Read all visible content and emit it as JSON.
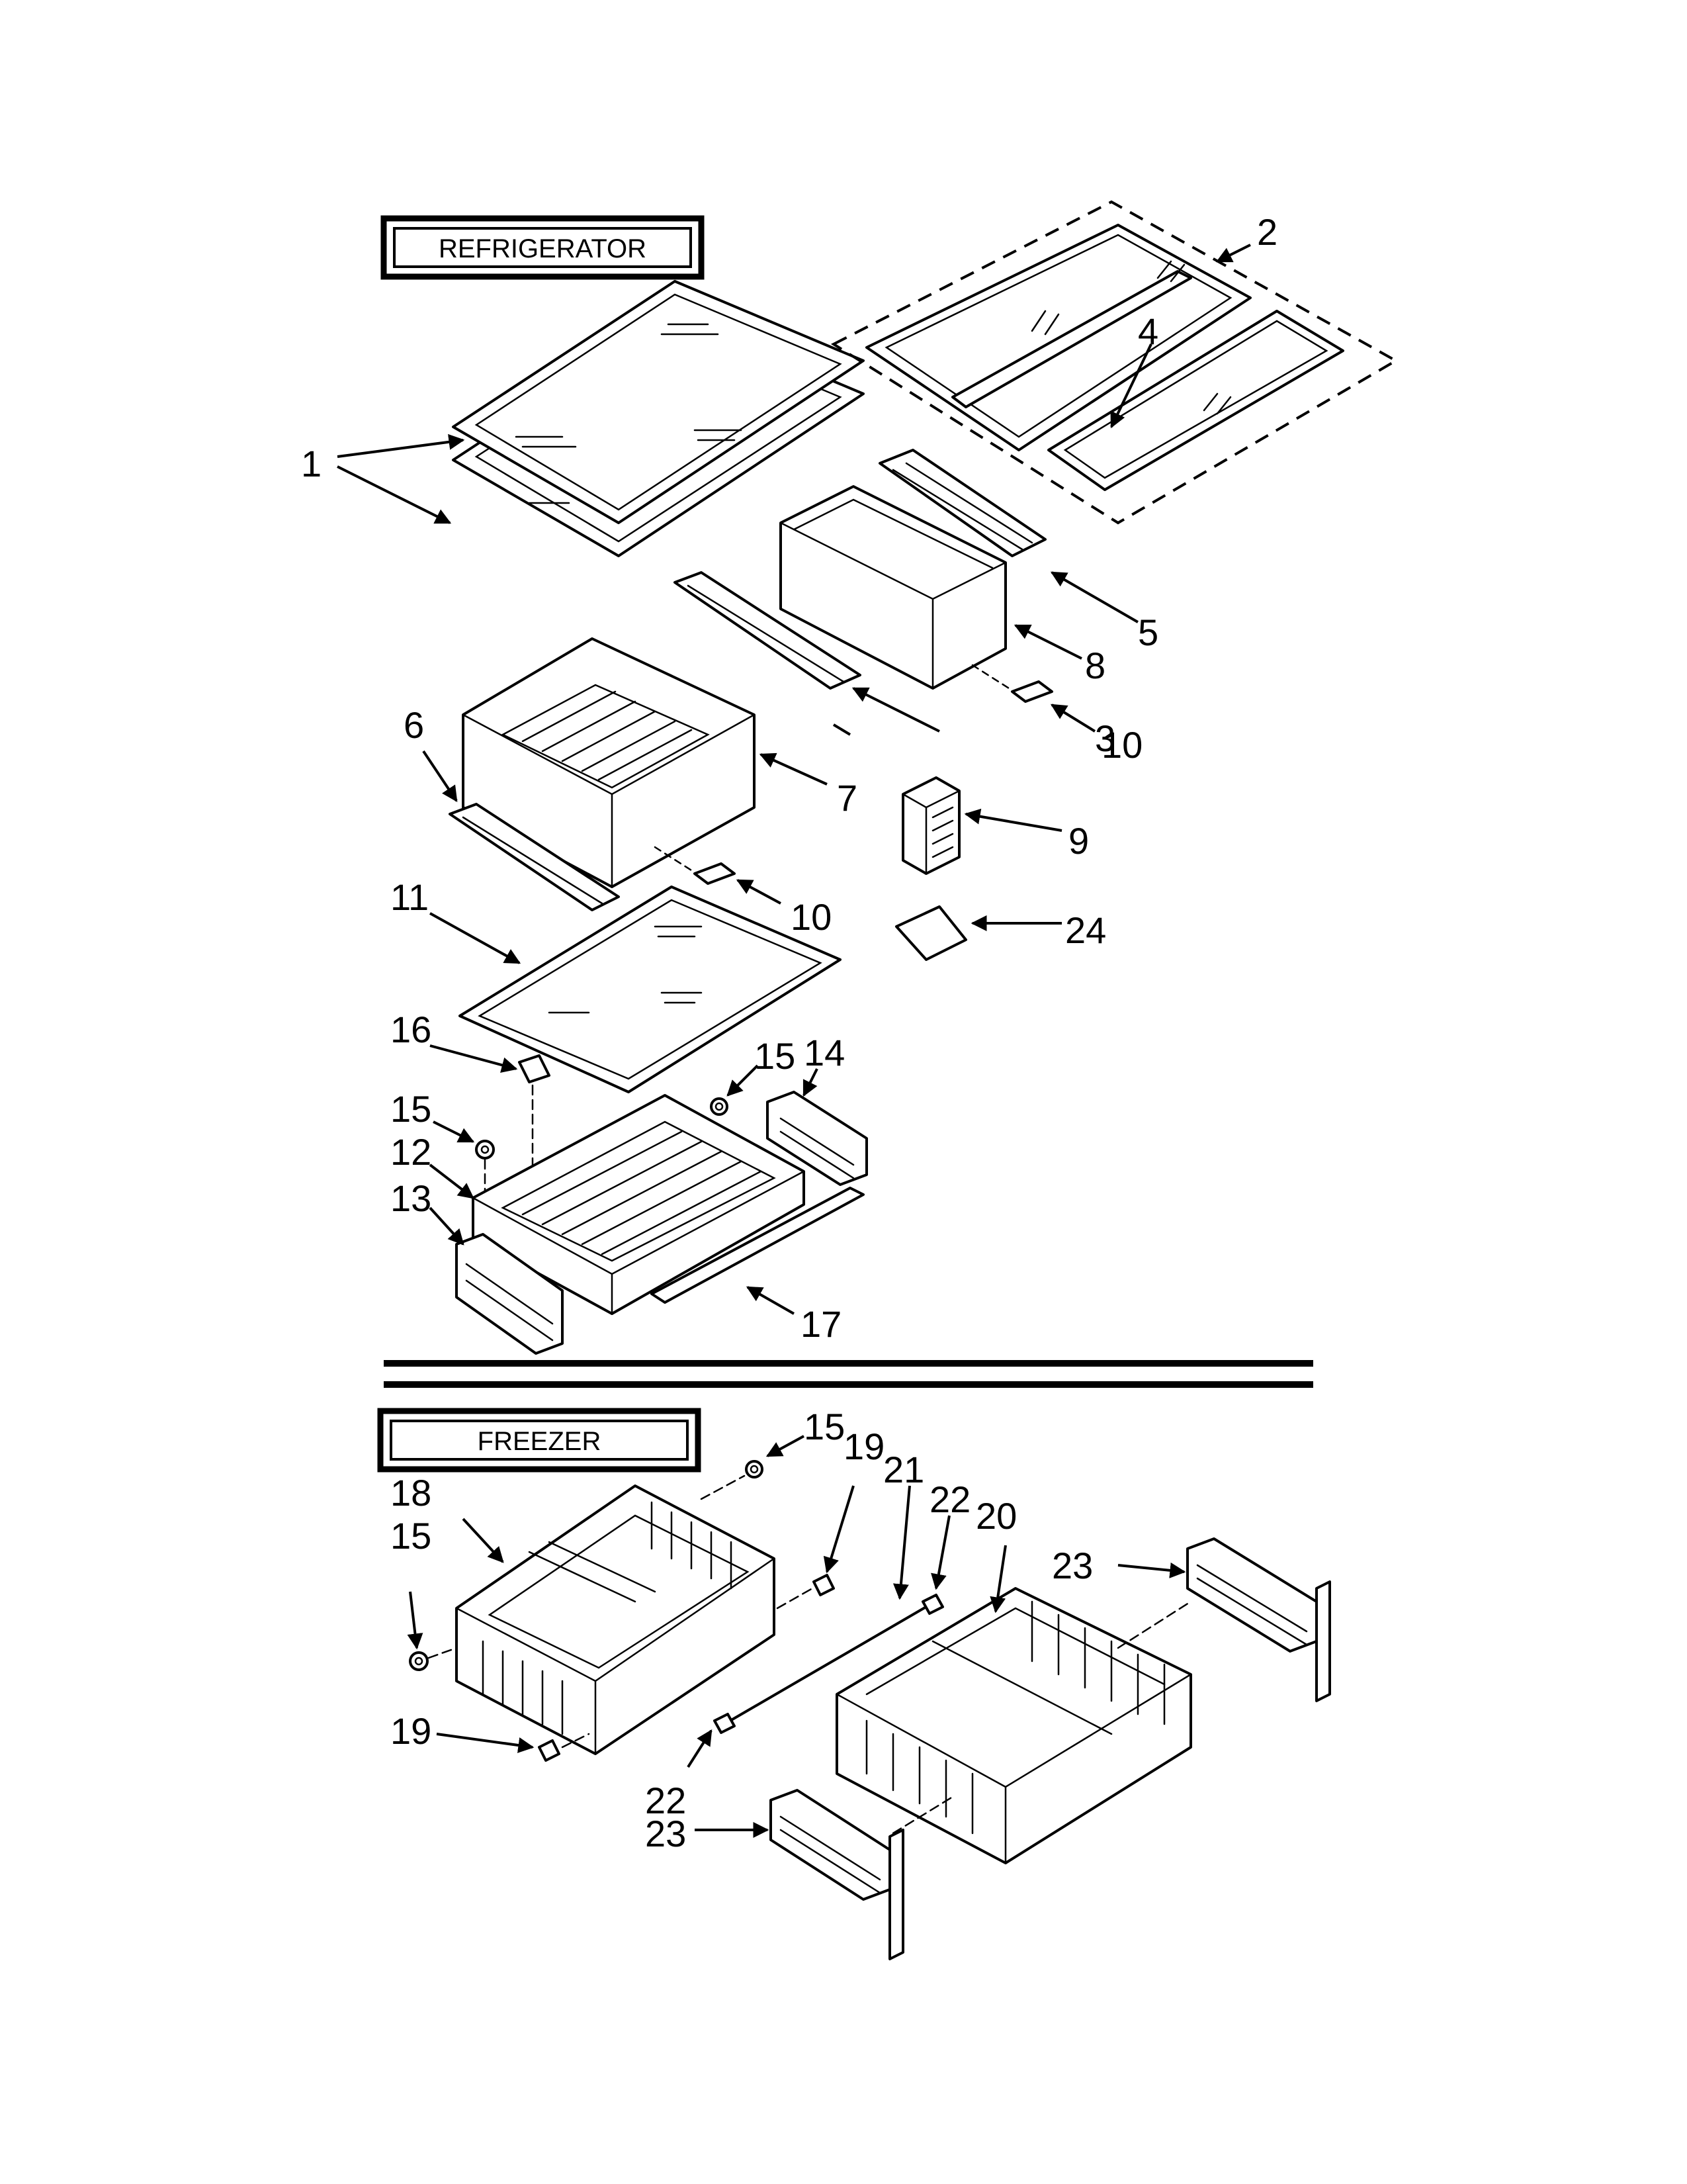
{
  "sections": {
    "refrigerator": {
      "title": "REFRIGERATOR"
    },
    "freezer": {
      "title": "FREEZER"
    }
  },
  "callouts": {
    "c1": "1",
    "c2": "2",
    "c3": "3",
    "c4": "4",
    "c5": "5",
    "c6": "6",
    "c7": "7",
    "c8": "8",
    "c9": "9",
    "c10a": "10",
    "c10b": "10",
    "c11": "11",
    "c12": "12",
    "c13": "13",
    "c14": "14",
    "c15a": "15",
    "c15b": "15",
    "c16": "16",
    "c17": "17",
    "c15c": "15",
    "c15d": "15",
    "c18": "18",
    "c19a": "19",
    "c19b": "19",
    "c20": "20",
    "c21": "21",
    "c22a": "22",
    "c22b": "22",
    "c23a": "23",
    "c23b": "23",
    "c24": "24"
  }
}
